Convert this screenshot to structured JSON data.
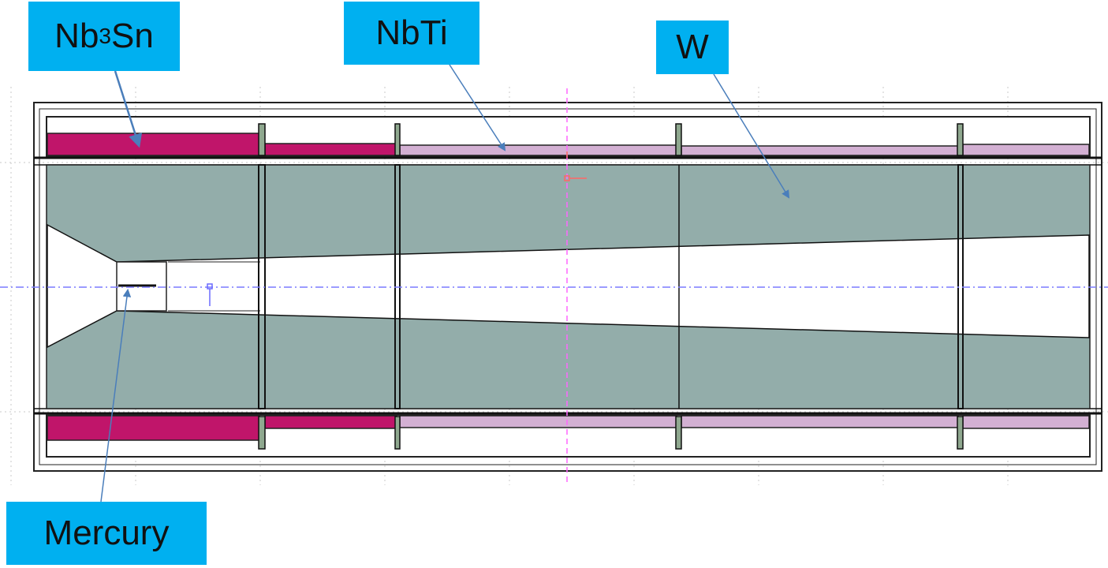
{
  "labels": {
    "nb3sn": {
      "base": "Nb",
      "sub": "3",
      "tail": "Sn"
    },
    "nbti": "NbTi",
    "w": "W",
    "mercury": "Mercury"
  },
  "colors": {
    "callout": "#00b0f0",
    "nb3sn": "#c0156a",
    "nbti": "#d3b0d3",
    "tungsten": "#93adaa",
    "spacer": "#8fa88f",
    "leader": "#4a7ebb",
    "centerline": "#7a7aff",
    "midline": "#ff66ff"
  }
}
